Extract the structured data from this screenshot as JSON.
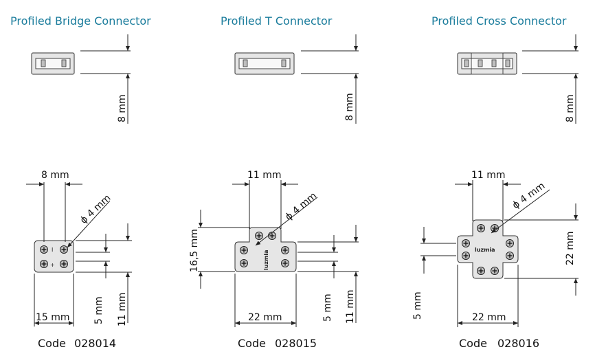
{
  "colors": {
    "title": "#1a7c9c",
    "line": "#222222",
    "body": "#e6e6e6"
  },
  "connectors": [
    {
      "title": "Profiled Bridge Connector",
      "height_dim": "8 mm",
      "width_dim": "8 mm",
      "diameter_dim": "ϕ 4 mm",
      "length_dim": "15 mm",
      "pin_dim": "5 mm",
      "body_dim": "11 mm",
      "code_label": "Code",
      "code_value": "028014"
    },
    {
      "title": "Profiled T Connector",
      "height_dim": "8 mm",
      "width_dim": "11 mm",
      "diameter_dim": "ϕ 4 mm",
      "depth_dim": "16,5 mm",
      "length_dim": "22 mm",
      "pin_dim": "5 mm",
      "body_dim": "11 mm",
      "brand": "luzmia",
      "code_label": "Code",
      "code_value": "028015"
    },
    {
      "title": "Profiled Cross Connector",
      "height_dim": "8 mm",
      "width_dim": "11 mm",
      "diameter_dim": "ϕ 4 mm",
      "depth_dim": "22 mm",
      "length_dim": "22 mm",
      "pin_dim": "5 mm",
      "brand": "luzmia",
      "code_label": "Code",
      "code_value": "028016"
    }
  ]
}
